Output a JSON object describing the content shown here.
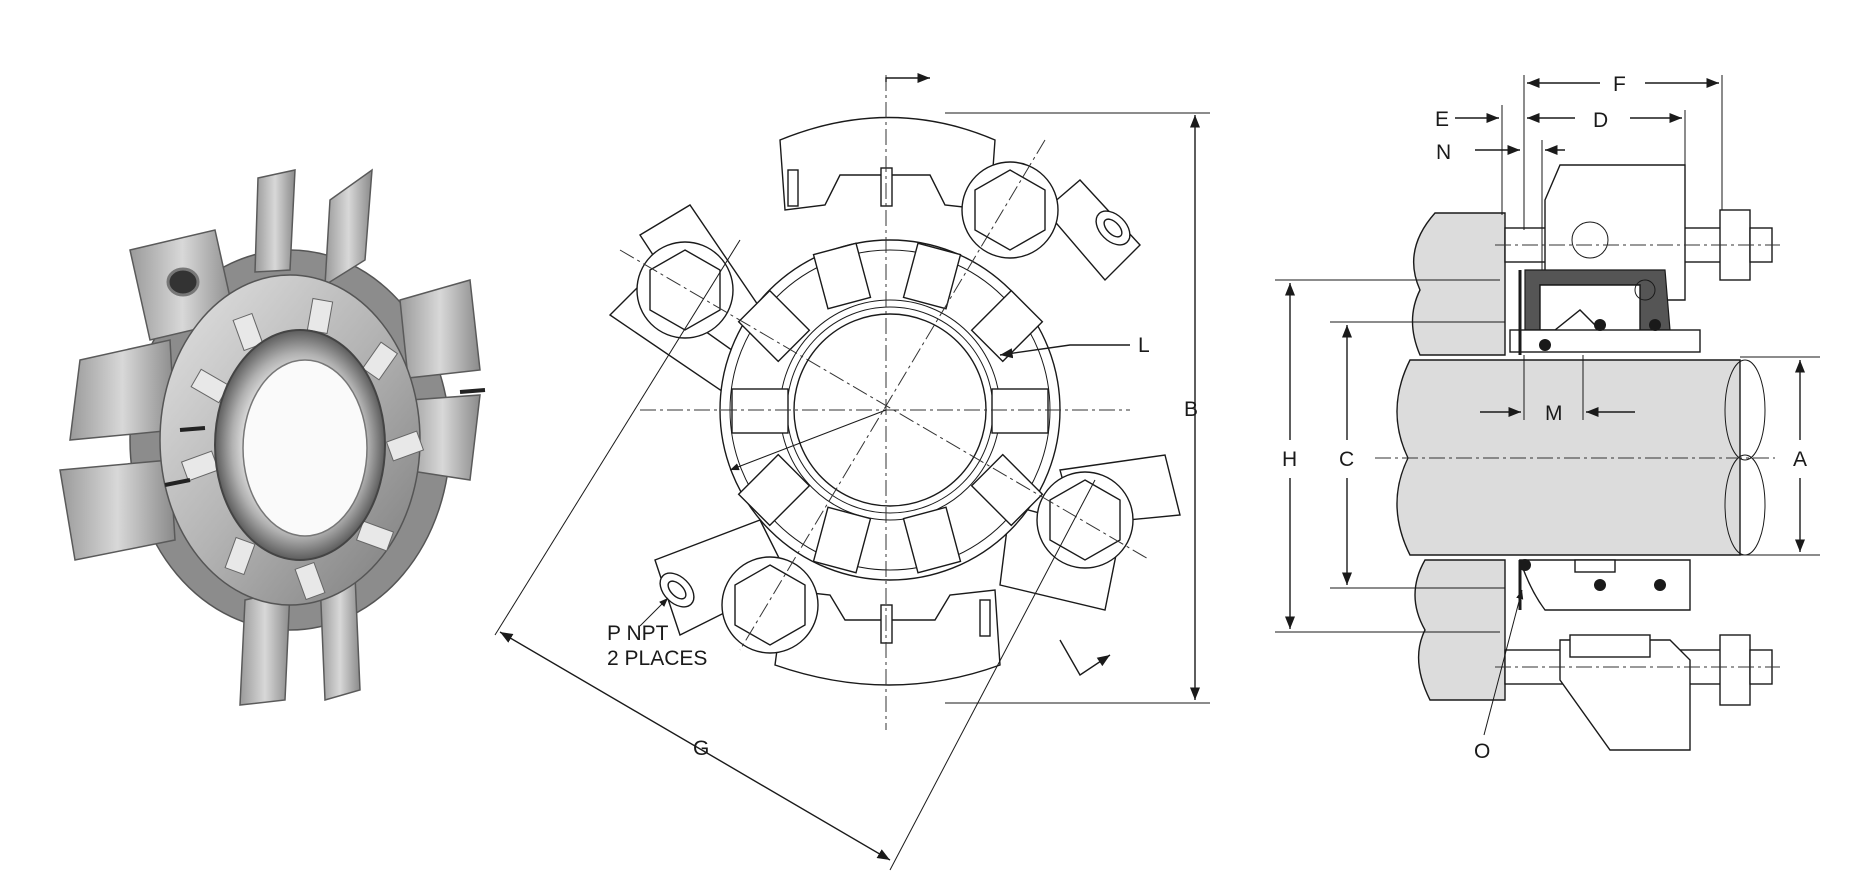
{
  "labels": {
    "A": "A",
    "B": "B",
    "C": "C",
    "D": "D",
    "E": "E",
    "F": "F",
    "G": "G",
    "H": "H",
    "L": "L",
    "M": "M",
    "N": "N",
    "O": "O",
    "P_line1": "P NPT",
    "P_line2": "2 PLACES"
  },
  "colors": {
    "line": "#1a1a1a",
    "housing_fill": "#dcdcdc",
    "photo_metal_light": "#c8c8c8",
    "photo_metal_dark": "#6e6e6e"
  },
  "icons": {
    "photo": "seal-photo-icon"
  }
}
